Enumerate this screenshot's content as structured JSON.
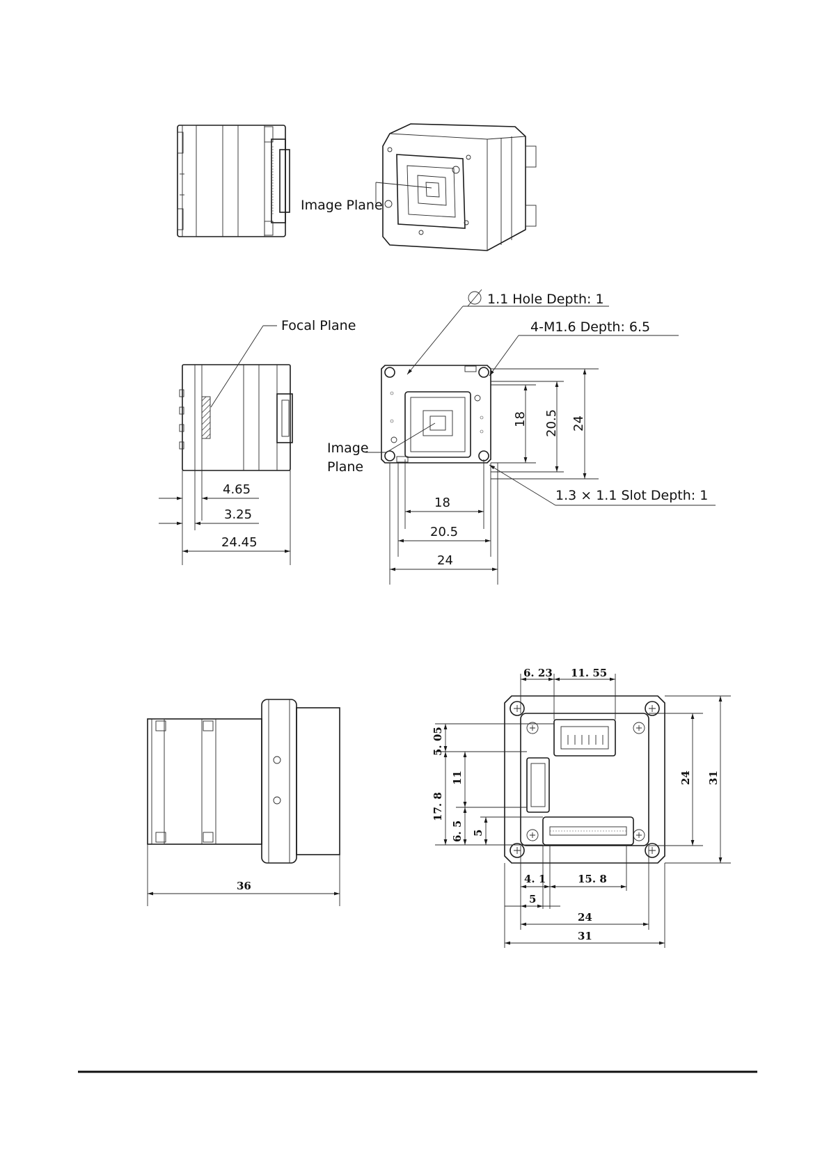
{
  "top_views": {
    "image_plane_label": "Image Plane"
  },
  "middle_views": {
    "focal_plane_label": "Focal Plane",
    "image_plane_label_line1": "Image",
    "image_plane_label_line2": "Plane",
    "hole_callout": "1.1   Hole Depth: 1",
    "thread_callout": "4-M1.6   Depth: 6.5",
    "slot_callout": "1.3 × 1.1  Slot Depth: 1",
    "side_dims": [
      "4.65",
      "3.25",
      "24.45"
    ],
    "front_horizontal_dims": [
      "18",
      "20.5",
      "24"
    ],
    "front_vertical_dims": [
      "18",
      "20.5",
      "24"
    ]
  },
  "bottom_views": {
    "side_length_dim": "36",
    "rear_top_dims": [
      "6. 23",
      "11. 55"
    ],
    "rear_left_dims": [
      "5. 05",
      "11",
      "17. 8",
      "6. 5",
      "5"
    ],
    "rear_right_dims": [
      "24",
      "31"
    ],
    "rear_bottom_dims": [
      "4. 1",
      "15. 8",
      "5",
      "24",
      "31"
    ]
  },
  "colors": {
    "ink": "#1a1a1a",
    "paper": "#ffffff"
  }
}
